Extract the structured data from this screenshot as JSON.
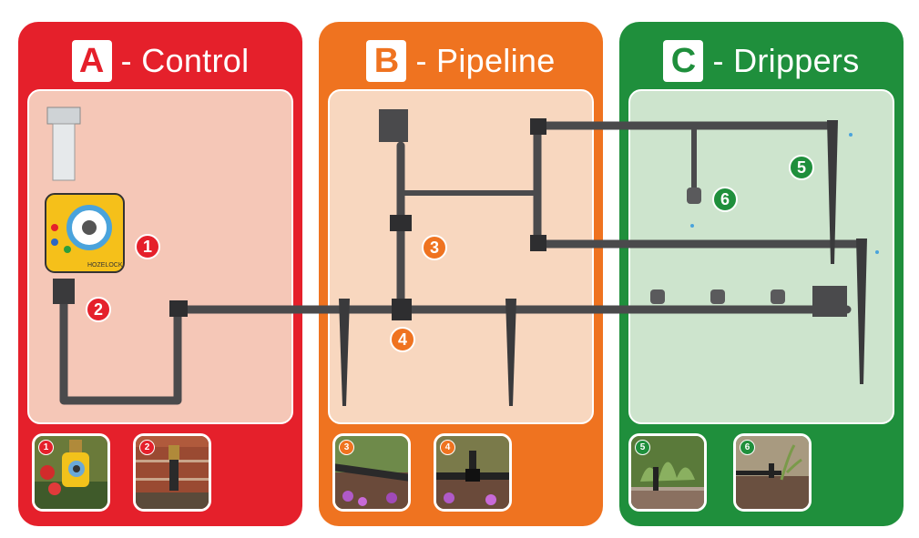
{
  "colors": {
    "control": "#e5202b",
    "control_inner": "#f5c7b7",
    "pipeline": "#ef7320",
    "pipeline_inner": "#f8d7bf",
    "drippers": "#1f8f3c",
    "drippers_inner": "#cde4cd",
    "pipe": "#4a4a4c"
  },
  "panels": {
    "control": {
      "letter": "A",
      "title": "- Control"
    },
    "pipeline": {
      "letter": "B",
      "title": "- Pipeline"
    },
    "drippers": {
      "letter": "C",
      "title": "- Drippers"
    }
  },
  "callouts": {
    "c1": "1",
    "c2": "2",
    "c3": "3",
    "c4": "4",
    "c5": "5",
    "c6": "6"
  },
  "thumbnails": {
    "t1": "1",
    "t2": "2",
    "t3": "3",
    "t4": "4",
    "t5": "5",
    "t6": "6"
  },
  "timer": {
    "brand": "HOZELOCK"
  }
}
